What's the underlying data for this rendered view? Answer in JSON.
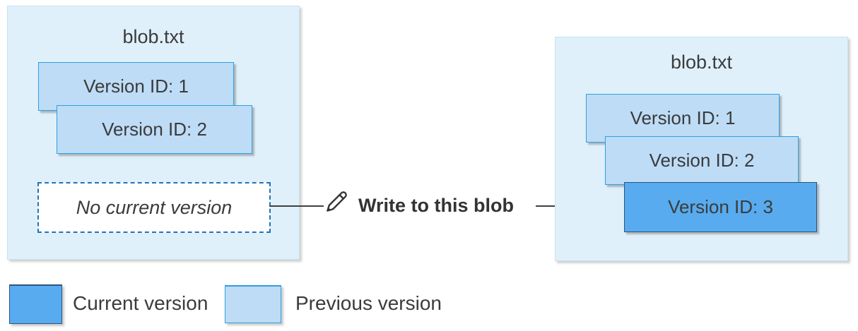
{
  "left_box": {
    "title": "blob.txt",
    "versions": [
      {
        "label": "Version ID: 1",
        "state": "previous"
      },
      {
        "label": "Version ID: 2",
        "state": "previous"
      }
    ],
    "no_current_label": "No current version"
  },
  "action": {
    "label": "Write to this blob",
    "icon": "pencil-icon"
  },
  "right_box": {
    "title": "blob.txt",
    "versions": [
      {
        "label": "Version ID: 1",
        "state": "previous"
      },
      {
        "label": "Version ID: 2",
        "state": "previous"
      },
      {
        "label": "Version ID: 3",
        "state": "current"
      }
    ]
  },
  "legend": {
    "items": [
      {
        "label": "Current version",
        "color": "#58abee"
      },
      {
        "label": "Previous version",
        "color": "#bedcf6"
      }
    ]
  },
  "colors": {
    "container_fill": "#dff0fa",
    "container_border": "#c9e2f1",
    "previous_fill": "#bedcf6",
    "previous_border": "#2fa0e0",
    "current_fill": "#58abee",
    "current_border": "#2a5580",
    "dashed_border": "#1f74bc",
    "text": "#3b3b3b",
    "arrow": "#404040"
  }
}
